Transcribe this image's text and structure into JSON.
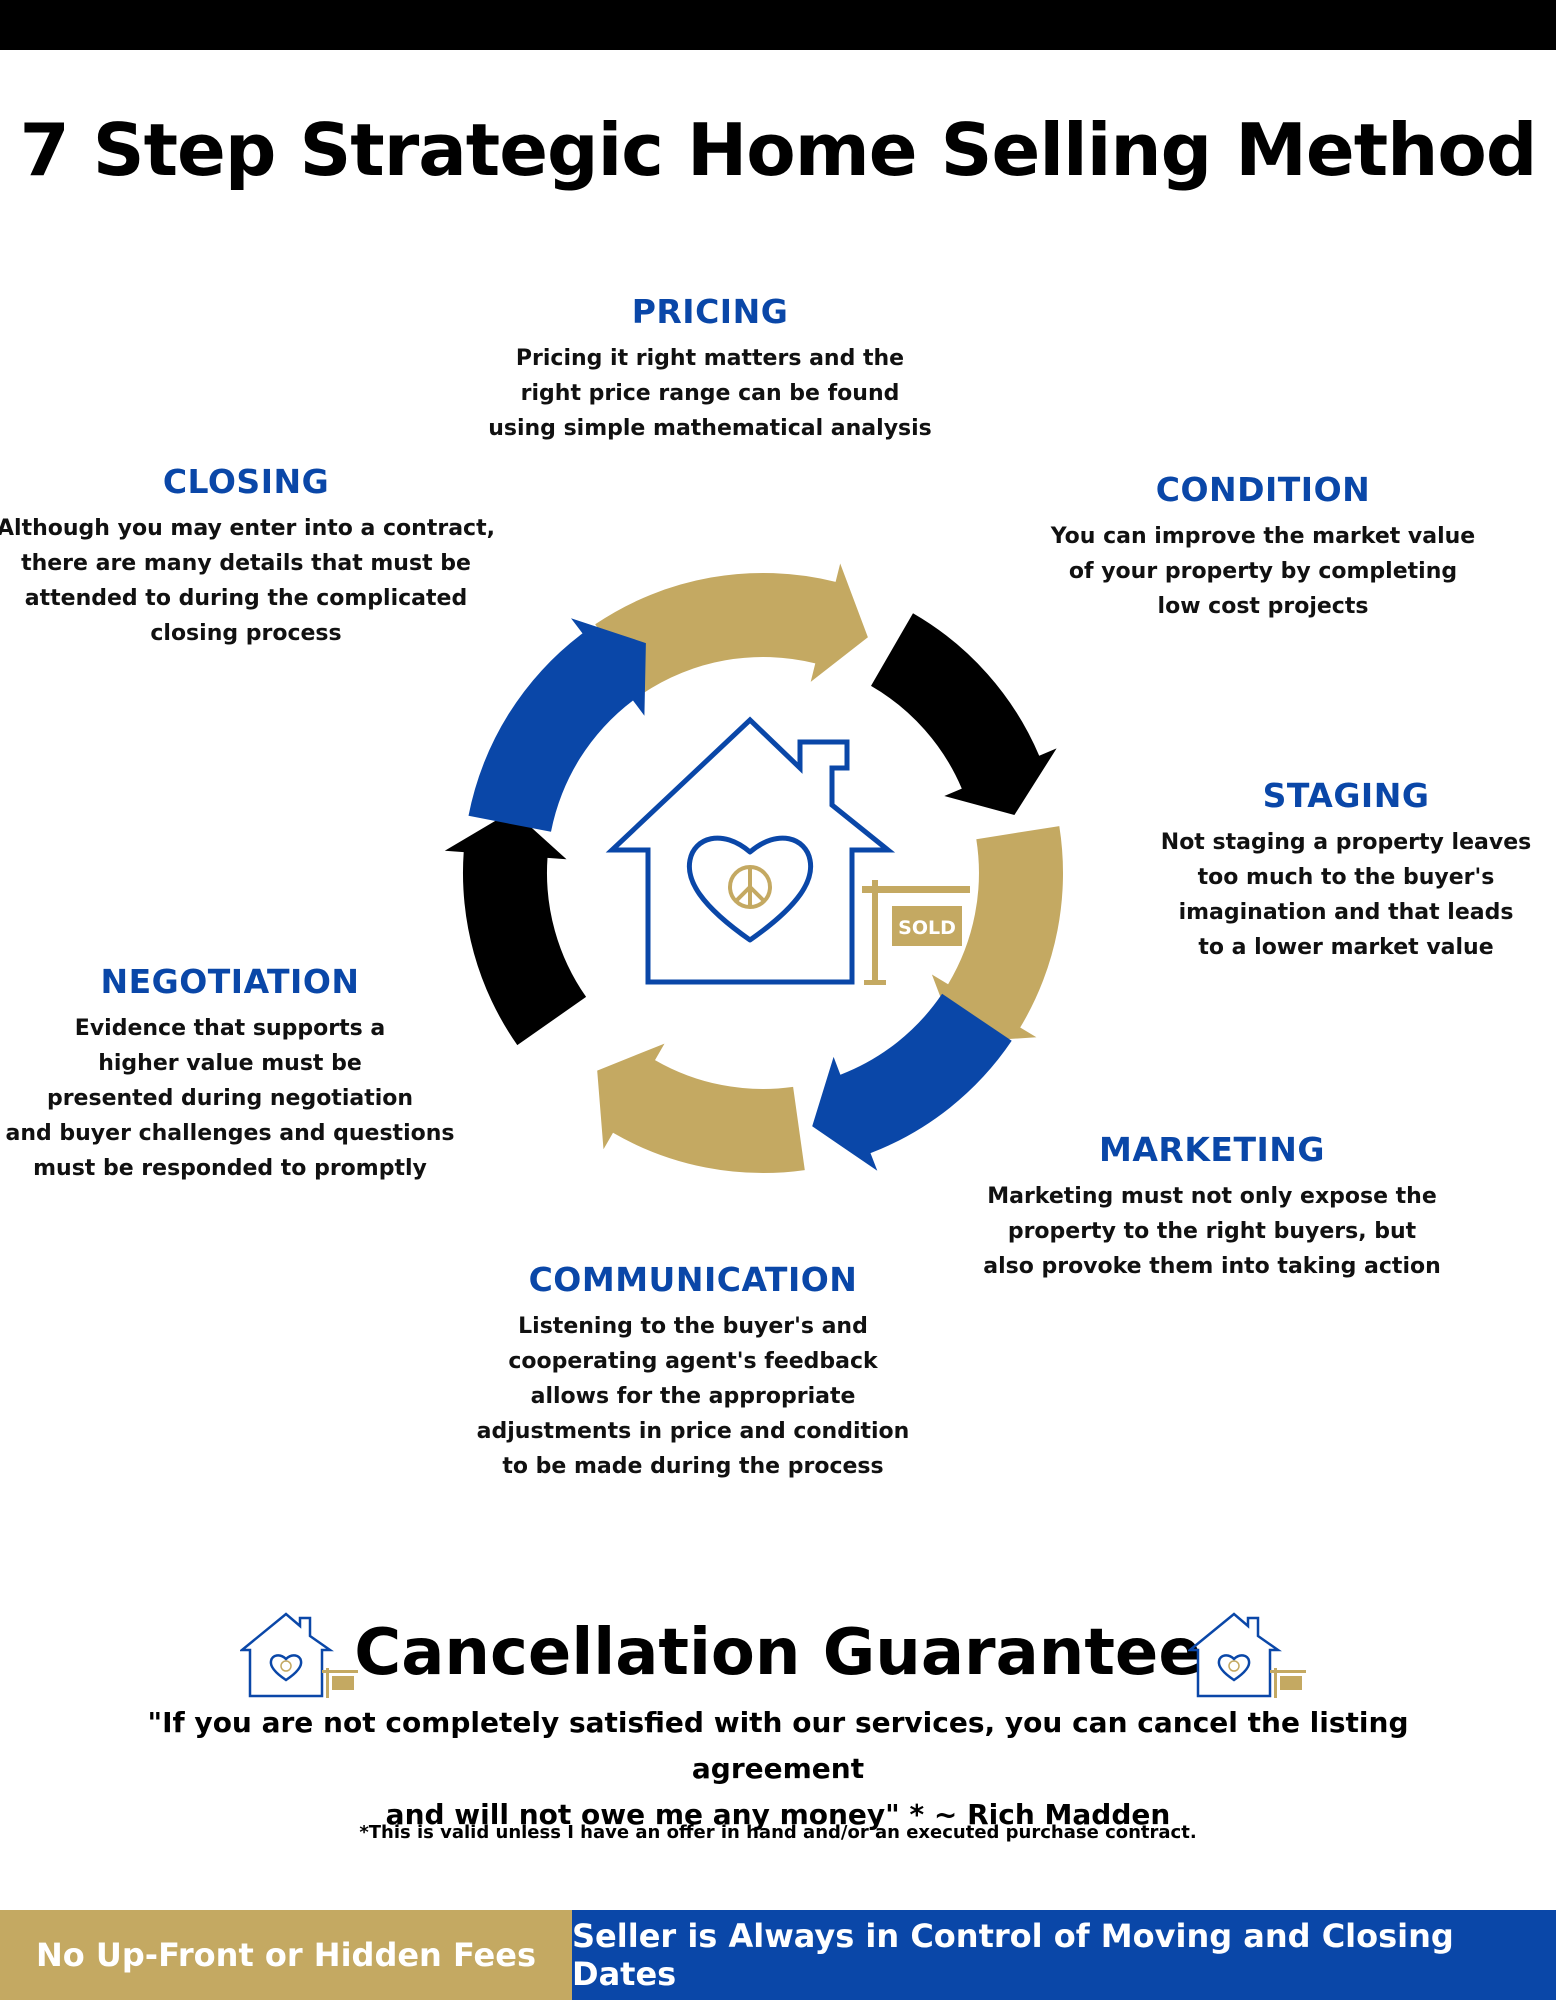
{
  "title": "7 Step Strategic Home Selling Method",
  "colors": {
    "blue": "#0a47a8",
    "gold": "#c4a962",
    "black": "#000000"
  },
  "center_icon": {
    "icons": [
      "house-icon",
      "heart-icon",
      "peace-sign-icon",
      "sold-sign-icon"
    ],
    "sign_text": "SOLD"
  },
  "steps": [
    {
      "key": "pricing",
      "title": "PRICING",
      "arrow_color": "gold",
      "text": "Pricing it right matters and the\nright price range can be found\nusing simple mathematical  analysis"
    },
    {
      "key": "condition",
      "title": "CONDITION",
      "arrow_color": "black",
      "text": "You can improve the market value\nof your property by completing\nlow cost projects"
    },
    {
      "key": "staging",
      "title": "STAGING",
      "arrow_color": "gold",
      "text": "Not staging a property leaves\ntoo much to the buyer's\nimagination and that leads\nto a lower market value"
    },
    {
      "key": "marketing",
      "title": "MARKETING",
      "arrow_color": "blue",
      "text": "Marketing must not only expose the\nproperty to the right buyers, but\nalso provoke them into taking action"
    },
    {
      "key": "communication",
      "title": "COMMUNICATION",
      "arrow_color": "gold",
      "text": "Listening to the buyer's and\ncooperating agent's feedback\nallows for the appropriate\nadjustments in price and condition\nto be made during the process"
    },
    {
      "key": "negotiation",
      "title": "NEGOTIATION",
      "arrow_color": "black",
      "text": "Evidence that supports a\nhigher value must be\npresented during negotiation\nand buyer challenges and questions\nmust be responded to promptly"
    },
    {
      "key": "closing",
      "title": "CLOSING",
      "arrow_color": "blue",
      "text": "Although you may enter into a contract,\nthere are many details that must be\nattended to during the complicated\nclosing process"
    }
  ],
  "guarantee": {
    "title": "Cancellation Guarantee",
    "quote": "\"If you are not completely satisfied with our services, you can cancel the listing agreement\nand will not owe me any money\" * ~ Rich Madden",
    "footnote": "*This is valid unless I have an offer in hand and/or an executed purchase contract."
  },
  "footer": {
    "left": "No Up-Front or Hidden Fees",
    "right": "Seller is Always in Control of Moving and Closing Dates"
  }
}
